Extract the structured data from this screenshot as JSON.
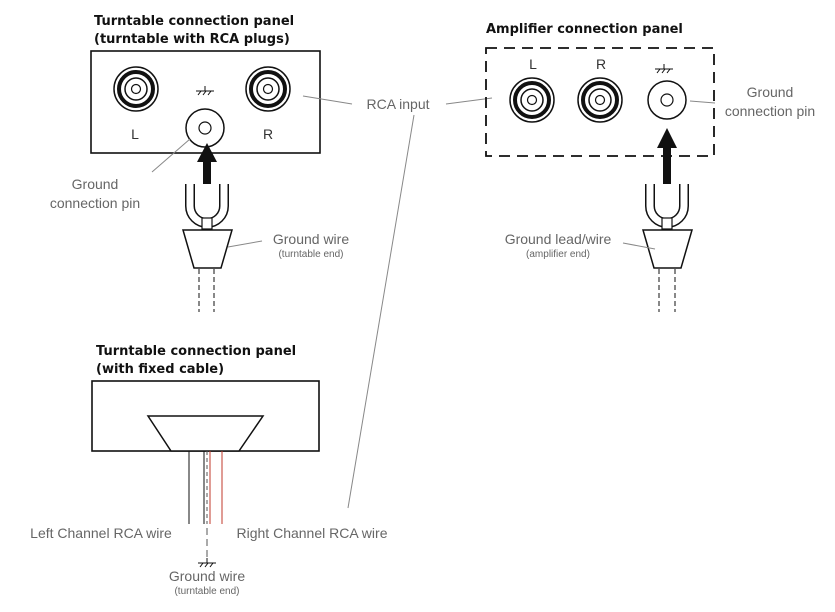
{
  "turntable_rca_panel": {
    "title_line1": "Turntable connection panel",
    "title_line2": "(turntable with RCA plugs)",
    "left_label": "L",
    "right_label": "R",
    "ground_pin_label_line1": "Ground",
    "ground_pin_label_line2": "connection pin",
    "ground_wire_label": "Ground wire",
    "ground_wire_sub": "(turntable end)"
  },
  "amplifier_panel": {
    "title": "Amplifier connection panel",
    "left_label": "L",
    "right_label": "R",
    "ground_pin_label_line1": "Ground",
    "ground_pin_label_line2": "connection pin",
    "ground_wire_label": "Ground lead/wire",
    "ground_wire_sub": "(amplifier end)"
  },
  "rca_input_label": "RCA input",
  "fixed_cable_panel": {
    "title_line1": "Turntable connection panel",
    "title_line2": "(with fixed cable)",
    "left_wire_label": "Left Channel RCA wire",
    "right_wire_label": "Right Channel RCA wire",
    "ground_wire_label": "Ground wire",
    "ground_wire_sub": "(turntable end)"
  },
  "colors": {
    "outline": "#111111",
    "label_text": "#666666",
    "leader_line": "#888888",
    "right_channel_wire": "#c0392b"
  }
}
